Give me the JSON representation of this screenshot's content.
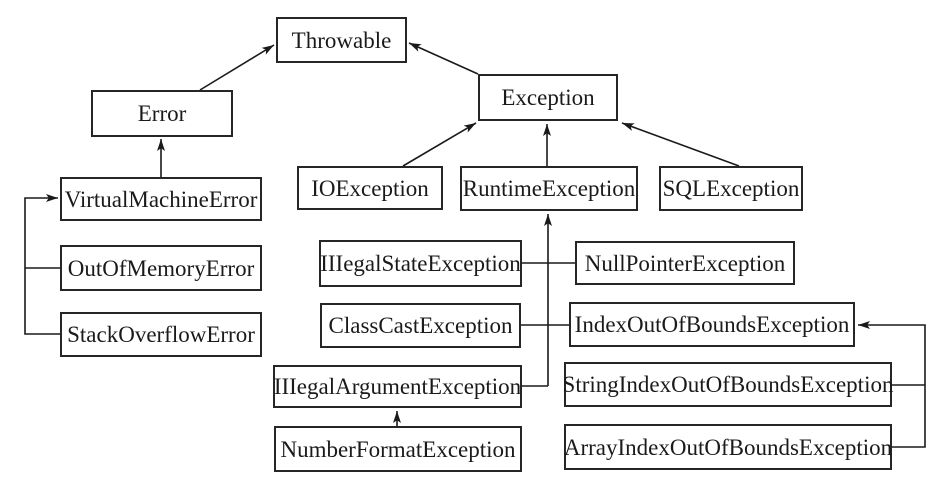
{
  "diagram": {
    "colors": {
      "background": "#ffffff",
      "line": "#1a1a1a",
      "box_border": "#262626",
      "text": "#1a1a1a"
    },
    "nodes": {
      "throwable": {
        "label": "Throwable"
      },
      "error": {
        "label": "Error"
      },
      "exception": {
        "label": "Exception"
      },
      "virtual_machine_error": {
        "label": "VirtualMachineError"
      },
      "io_exception": {
        "label": "IOException"
      },
      "runtime_exception": {
        "label": "RuntimeException"
      },
      "sql_exception": {
        "label": "SQLException"
      },
      "out_of_memory_error": {
        "label": "OutOfMemoryError"
      },
      "stack_overflow_error": {
        "label": "StackOverflowError"
      },
      "illegal_state_exception": {
        "label": "IIIegalStateException"
      },
      "null_pointer_exception": {
        "label": "NullPointerException"
      },
      "class_cast_exception": {
        "label": "ClassCastException"
      },
      "index_out_of_bounds_exception": {
        "label": "IndexOutOfBoundsException"
      },
      "illegal_argument_exception": {
        "label": "IIIegalArgumentException"
      },
      "number_format_exception": {
        "label": "NumberFormatException"
      },
      "string_index_out_of_bounds_exception": {
        "label": "StringIndexOutOfBoundsException"
      },
      "array_index_out_of_bounds_exception": {
        "label": "ArrayIndexOutOfBoundsException"
      }
    },
    "edges": [
      {
        "from": "Error",
        "to": "Throwable"
      },
      {
        "from": "Exception",
        "to": "Throwable"
      },
      {
        "from": "VirtualMachineError",
        "to": "Error"
      },
      {
        "from": "OutOfMemoryError",
        "to": "VirtualMachineError"
      },
      {
        "from": "StackOverflowError",
        "to": "VirtualMachineError"
      },
      {
        "from": "IOException",
        "to": "Exception"
      },
      {
        "from": "RuntimeException",
        "to": "Exception"
      },
      {
        "from": "SQLException",
        "to": "Exception"
      },
      {
        "from": "IIIegalStateException",
        "to": "RuntimeException"
      },
      {
        "from": "NullPointerException",
        "to": "RuntimeException"
      },
      {
        "from": "ClassCastException",
        "to": "RuntimeException"
      },
      {
        "from": "IndexOutOfBoundsException",
        "to": "RuntimeException"
      },
      {
        "from": "IIIegalArgumentException",
        "to": "RuntimeException"
      },
      {
        "from": "NumberFormatException",
        "to": "IIIegalArgumentException"
      },
      {
        "from": "StringIndexOutOfBoundsException",
        "to": "IndexOutOfBoundsException"
      },
      {
        "from": "ArrayIndexOutOfBoundsException",
        "to": "IndexOutOfBoundsException"
      }
    ]
  }
}
